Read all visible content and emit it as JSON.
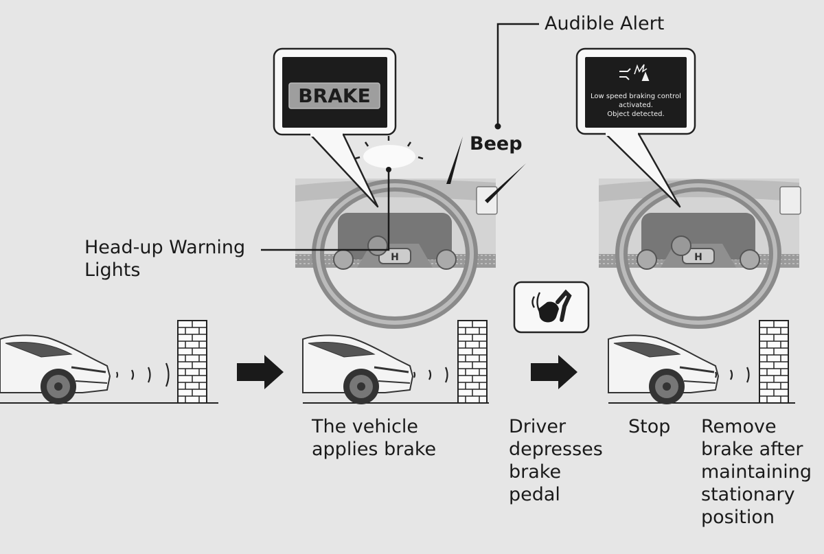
{
  "callouts": {
    "brake_display": "BRAKE",
    "audible_alert": "Audible Alert",
    "beep": "Beep",
    "head_up_warning": [
      "Head-up Warning",
      "Lights"
    ]
  },
  "message_display": {
    "lines": [
      "Low speed braking control",
      "activated.",
      "Object detected."
    ]
  },
  "steps": {
    "step2": [
      "The vehicle",
      "applies brake"
    ],
    "step3": [
      "Driver",
      "depresses",
      "brake",
      "pedal"
    ],
    "step4_stop": "Stop",
    "step4_remove": [
      "Remove",
      "brake after",
      "maintaining",
      "stationary",
      "position"
    ]
  },
  "colors": {
    "background": "#e6e6e6",
    "ink": "#1a1a1a",
    "screen": "#1c1c1c"
  }
}
